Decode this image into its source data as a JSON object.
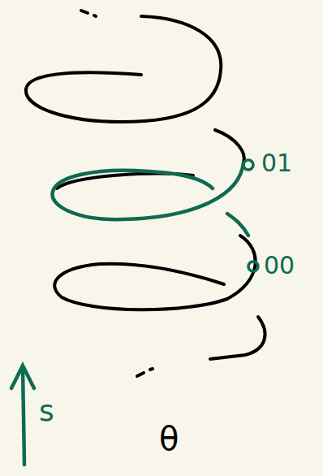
{
  "diagram": {
    "labels": [
      "01",
      "00",
      "s",
      "θ"
    ]
  }
}
